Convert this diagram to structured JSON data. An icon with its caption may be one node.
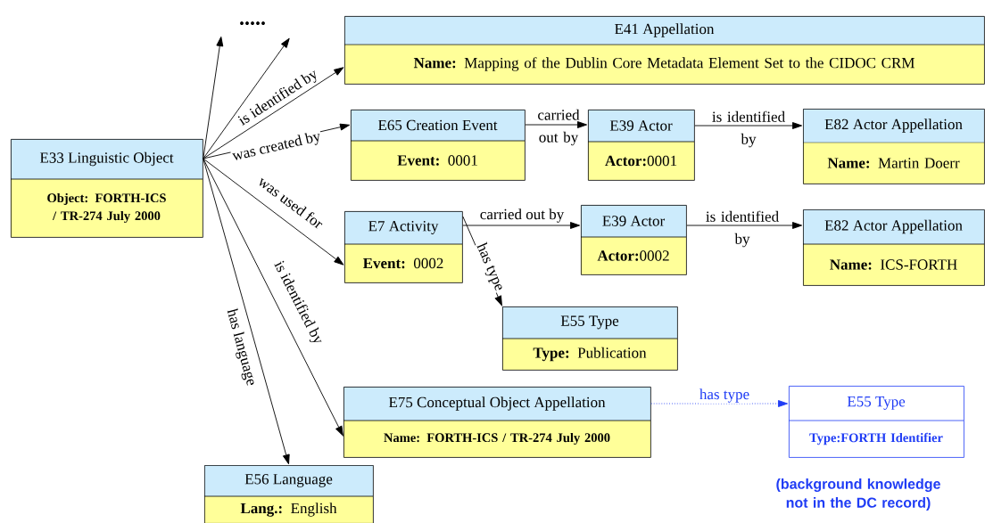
{
  "diagram": {
    "nodes": [
      {
        "text": [
          "E33 Linguistic Object",
          "Object: FORTH-ICS / TR-274 July 2000"
        ]
      },
      {
        "text": [
          "E41 Appellation",
          "**Name:** Mapping of the Dublin Core Metadata Element Set to the CIDOC CRM"
        ]
      },
      {
        "text": [
          "E65 Creation Event",
          "**Event:** 0001"
        ]
      },
      {
        "text": [
          "E39 Actor",
          "**Actor:**0001"
        ]
      },
      {
        "text": [
          "E82 Actor Appellation",
          "**Name:** Martin Doerr"
        ]
      },
      {
        "text": [
          "E7 Activity",
          "**Event:** 0002"
        ]
      },
      {
        "text": [
          "E39 Actor",
          "**Actor:**0002"
        ]
      },
      {
        "text": [
          "E82 Actor Appellation",
          "**Name:** ICS-FORTH"
        ]
      },
      {
        "text": [
          "E55 Type",
          "**Type:** Publication"
        ]
      },
      {
        "text": [
          "E75 Conceptual Object Appellation",
          "Name: FORTH-ICS / TR-274 July 2000"
        ]
      },
      {
        "text": [
          "E55 Type",
          "Type:FORTH Identifier"
        ]
      },
      {
        "text": [
          "E56 Language",
          "**Lang.:** English"
        ]
      }
    ],
    "edges": [
      {
        "from": 0,
        "to": null,
        "arrow": "to"
      },
      {
        "from": 0,
        "to": null,
        "arrow": "to"
      },
      {
        "from": 0,
        "to": 1,
        "arrow": "to",
        "label": "is identified by"
      },
      {
        "from": 0,
        "to": 2,
        "arrow": "to",
        "label": "was created by"
      },
      {
        "from": 0,
        "to": 5,
        "arrow": "to",
        "label": "was used for"
      },
      {
        "from": 0,
        "to": 9,
        "arrow": "to",
        "label": "is identified by"
      },
      {
        "from": 0,
        "to": 11,
        "arrow": "to",
        "label": "has language"
      },
      {
        "from": 2,
        "to": 3,
        "arrow": "to",
        "label": "carried out by"
      },
      {
        "from": 3,
        "to": 4,
        "arrow": "to",
        "label": "is identified by"
      },
      {
        "from": 5,
        "to": 6,
        "arrow": "to",
        "label": "carried out by"
      },
      {
        "from": 6,
        "to": 7,
        "arrow": "to",
        "label": "is identified by"
      },
      {
        "from": 5,
        "to": 8,
        "arrow": "to",
        "label": "has type"
      },
      {
        "from": 9,
        "to": 10,
        "arrow": "to",
        "label": "has type",
        "style": "dashed",
        "color": "#1f3cf5"
      }
    ],
    "labels": [
      ".....",
      "(background knowledge not in the DC record)"
    ]
  }
}
